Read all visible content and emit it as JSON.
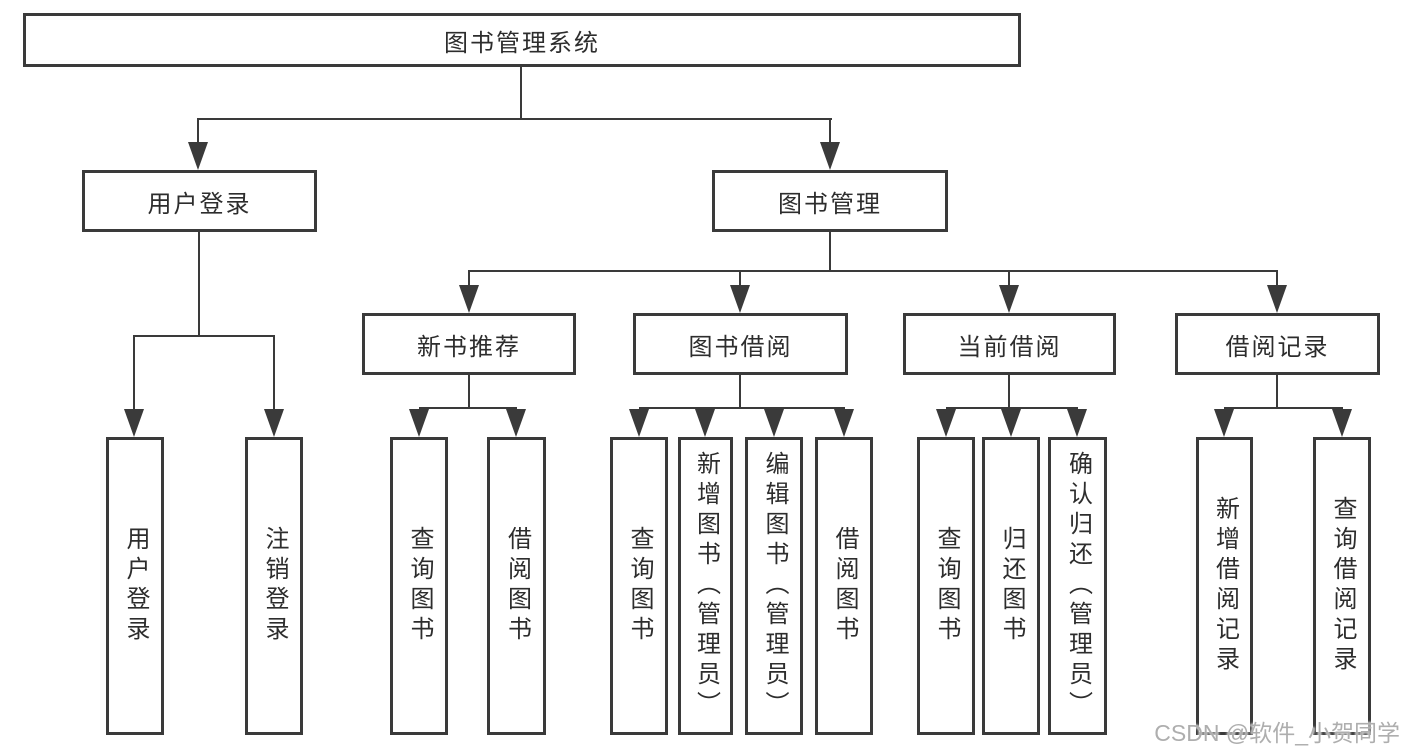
{
  "diagram": {
    "root": "图书管理系统",
    "user_login": {
      "label": "用户登录",
      "children": [
        "用户登录",
        "注销登录"
      ]
    },
    "book_mgmt": {
      "label": "图书管理",
      "sections": {
        "new_books": {
          "label": "新书推荐",
          "children": [
            "查询图书",
            "借阅图书"
          ]
        },
        "borrow": {
          "label": "图书借阅",
          "children": [
            "查询图书",
            "新增图书（管理员）",
            "编辑图书（管理员）",
            "借阅图书"
          ]
        },
        "current": {
          "label": "当前借阅",
          "children": [
            "查询图书",
            "归还图书",
            "确认归还（管理员）"
          ]
        },
        "records": {
          "label": "借阅记录",
          "children": [
            "新增借阅记录",
            "查询借阅记录"
          ]
        }
      }
    }
  },
  "watermark": "CSDN @软件_小贺同学",
  "colors": {
    "line": "#3a3a3a",
    "text": "#2d2d2d",
    "background": "#ffffff",
    "watermark": "#aeaeae"
  }
}
